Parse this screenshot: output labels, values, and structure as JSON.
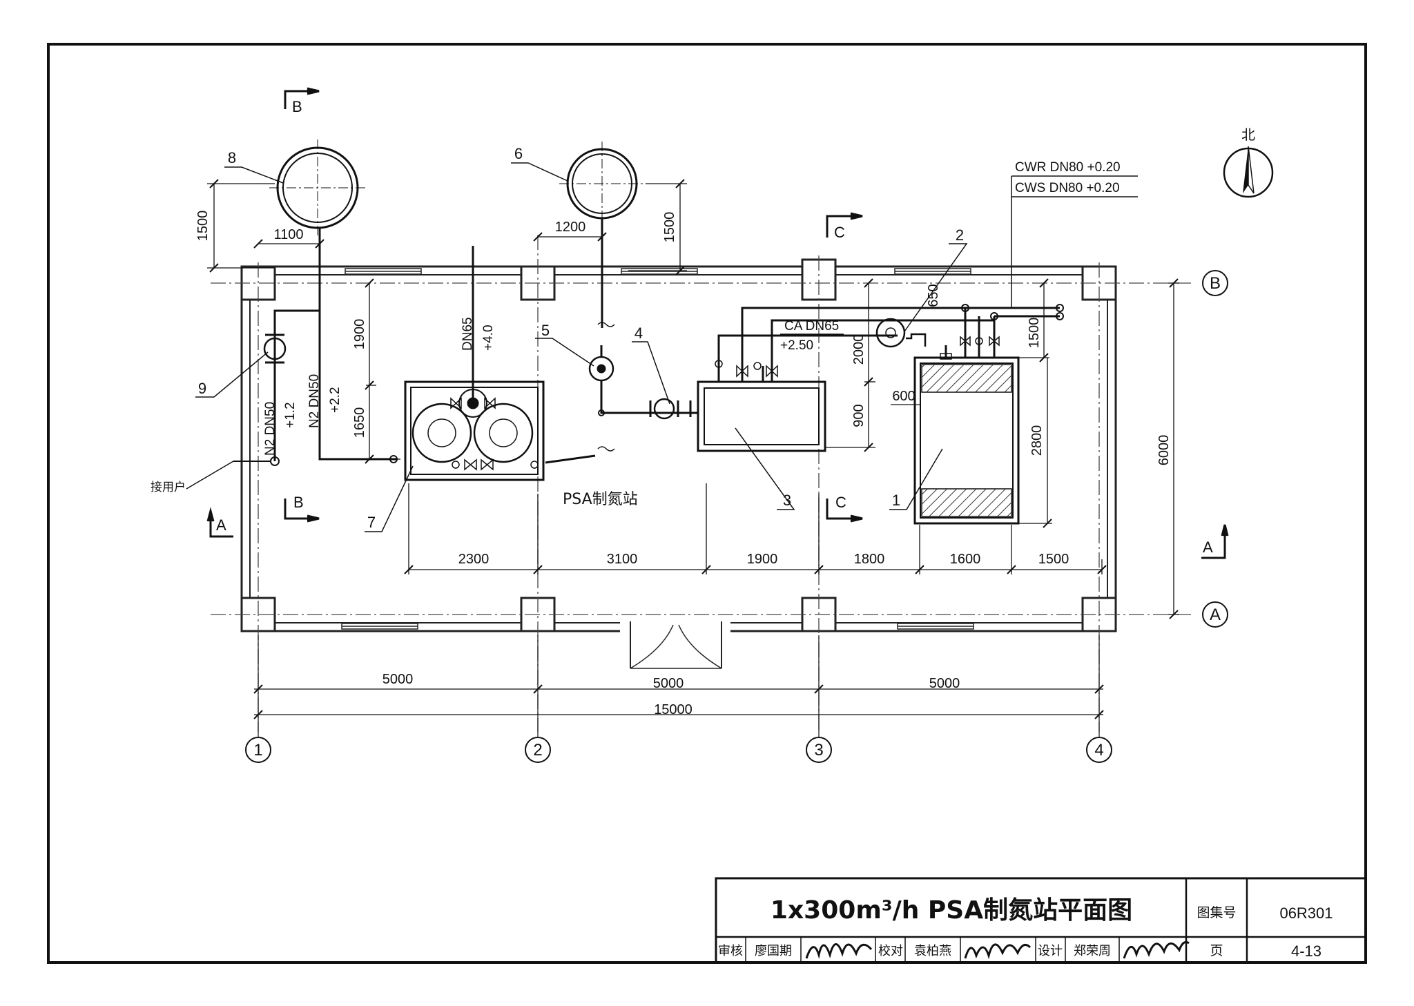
{
  "title_block": {
    "title": "1x300m³/h PSA制氮站平面图",
    "atlas_label": "图集号",
    "atlas_no": "06R301",
    "page_label": "页",
    "page_no": "4-13",
    "review_label": "审核",
    "reviewer": "廖国期",
    "check_label": "校对",
    "checker": "袁柏燕",
    "design_label": "设计",
    "designer": "郑荣周"
  },
  "north_label": "北",
  "room_label": "PSA制氮站",
  "user_label": "接用户",
  "section_marks": {
    "a": "A",
    "b": "B",
    "c": "C"
  },
  "axis_bubbles": {
    "col1": "1",
    "col2": "2",
    "col3": "3",
    "col4": "4",
    "rowA": "A",
    "rowB": "B"
  },
  "equipment_tags": {
    "t1": "1",
    "t2": "2",
    "t3": "3",
    "t4": "4",
    "t5": "5",
    "t6": "6",
    "t7": "7",
    "t8": "8",
    "t9": "9"
  },
  "pipe_labels": {
    "cwr": "CWR DN80 +0.20",
    "cws": "CWS DN80 +0.20",
    "ca_dn": "CA DN65",
    "ca_el": "+2.50",
    "dn65": "DN65",
    "dn65_el": "+4.0",
    "n2_dn50_a": "N2 DN50",
    "n2_el_a": "+1.2",
    "n2_dn50_b": "N2 DN50",
    "n2_el_b": "+2.2"
  },
  "dimensions": {
    "d1100": "1100",
    "d1500_left": "1500",
    "d1200": "1200",
    "d1500_mid": "1500",
    "d1900": "1900",
    "d1650": "1650",
    "d650": "650",
    "d2000": "2000",
    "d900": "900",
    "d600": "600",
    "d1500_right": "1500",
    "d2800": "2800",
    "d6000": "6000",
    "b2300": "2300",
    "b3100": "3100",
    "b1900": "1900",
    "b1800": "1800",
    "b1600": "1600",
    "b1500": "1500",
    "s5000a": "5000",
    "s5000b": "5000",
    "s5000c": "5000",
    "total": "15000"
  }
}
